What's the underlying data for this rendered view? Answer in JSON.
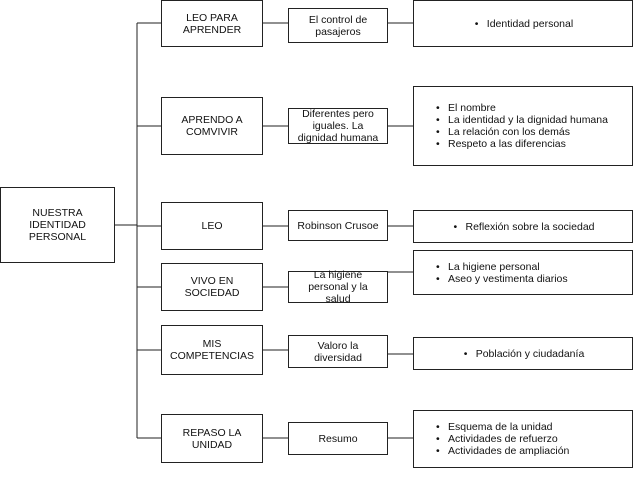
{
  "root": {
    "label": "NUESTRA\nIDENTIDAD\nPERSONAL"
  },
  "rows": [
    {
      "unit": "LEO PARA\nAPRENDER",
      "lesson": "El control de\npasajeros",
      "items": [
        "Identidad personal"
      ]
    },
    {
      "unit": "APRENDO A\nCOMVIVIR",
      "lesson": "Diferentes pero\niguales. La\ndignidad humana",
      "items": [
        "El nombre",
        "La identidad y la dignidad humana",
        "La relación con los demás",
        "Respeto a las diferencias"
      ]
    },
    {
      "unit": "LEO",
      "lesson": "Robinson Crusoe",
      "items": [
        "Reflexión sobre la sociedad"
      ]
    },
    {
      "unit": "VIVO EN\nSOCIEDAD",
      "lesson": "La higiene\npersonal y la\nsalud",
      "items": [
        "La higiene personal",
        "Aseo y vestimenta diarios"
      ]
    },
    {
      "unit": "MIS\nCOMPETENCIAS",
      "lesson": "Valoro la\ndiversidad",
      "items": [
        "Población y ciudadanía"
      ]
    },
    {
      "unit": "REPASO LA\nUNIDAD",
      "lesson": "Resumo",
      "items": [
        "Esquema de la unidad",
        "Actividades de refuerzo",
        "Actividades de ampliación"
      ]
    }
  ]
}
